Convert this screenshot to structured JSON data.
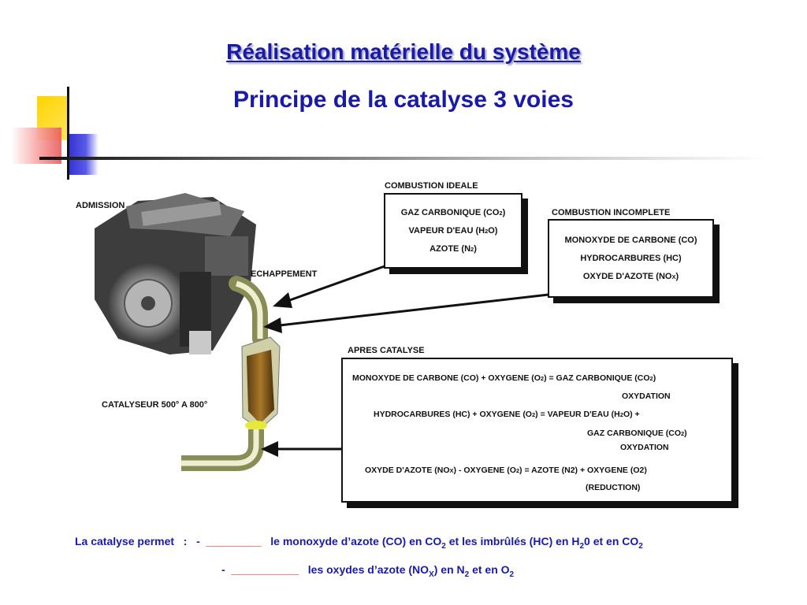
{
  "slide": {
    "title": "Réalisation matérielle du système",
    "subtitle": "Principe de la catalyse 3 voies"
  },
  "diagram": {
    "admission": "ADMISSION",
    "echappement": "ECHAPPEMENT",
    "catalyseur": "CATALYSEUR 500° A 800°",
    "combustion_ideale": {
      "title": "COMBUSTION IDEALE",
      "line1": {
        "a": "GAZ CARBONIQUE (CO",
        "s": "2",
        "b": ")"
      },
      "line2": {
        "a": "VAPEUR D'EAU (H",
        "s": "2",
        "b": "O)"
      },
      "line3": {
        "a": "AZOTE (N",
        "s": "2",
        "b": ")"
      }
    },
    "combustion_incomplete": {
      "title": "COMBUSTION INCOMPLETE",
      "line1": "MONOXYDE DE CARBONE (CO)",
      "line2": "HYDROCARBURES (HC)",
      "line3": {
        "a": "OXYDE D'AZOTE (NO",
        "s": "X",
        "b": ")"
      }
    },
    "apres_catalyse": {
      "title": "APRES CATALYSE",
      "r1": {
        "a": "MONOXYDE DE CARBONE (CO) + OXYGENE (O",
        "s1": "2",
        "b": ") = GAZ CARBONIQUE (CO",
        "s2": "2",
        "c": ")"
      },
      "r1_result": "OXYDATION",
      "r2": {
        "a": "HYDROCARBURES (HC) + OXYGENE (O",
        "s1": "2",
        "b": ") = VAPEUR D'EAU (H",
        "s2": "2",
        "c": "O) +"
      },
      "r2b": {
        "a": "GAZ CARBONIQUE (CO",
        "s": "2",
        "b": ")"
      },
      "r2_result": "OXYDATION",
      "r3": {
        "a": "OXYDE D'AZOTE (NO",
        "s1": "X",
        "b": ") - OXYGENE (O",
        "s2": "2",
        "c": ") = AZOTE (N2) + OXYGENE (O2)"
      },
      "r3_result": "(REDUCTION)"
    }
  },
  "bottom": {
    "line1_prefix": "La catalyse permet   :   -",
    "line1_blank": "_________",
    "line1_text_a": "le monoxyde d’azote (CO) en CO",
    "line1_sub1": "2",
    "line1_text_b": " et les imbrûlés (HC) en H",
    "line1_sub2": "2",
    "line1_text_c": "0 et en CO",
    "line1_sub3": "2",
    "line2_dash": "-",
    "line2_blank": "___________",
    "line2_text_a": "les oxydes d’azote (NO",
    "line2_sub1": "X",
    "line2_text_b": ") en N",
    "line2_sub2": "2",
    "line2_text_c": " et en O",
    "line2_sub3": "2"
  },
  "colors": {
    "title": "#1a1aa8",
    "blank": "#e01515",
    "deco_yellow": "#ffd400",
    "deco_red": "#f07070",
    "deco_blue": "#3b3bd6"
  }
}
